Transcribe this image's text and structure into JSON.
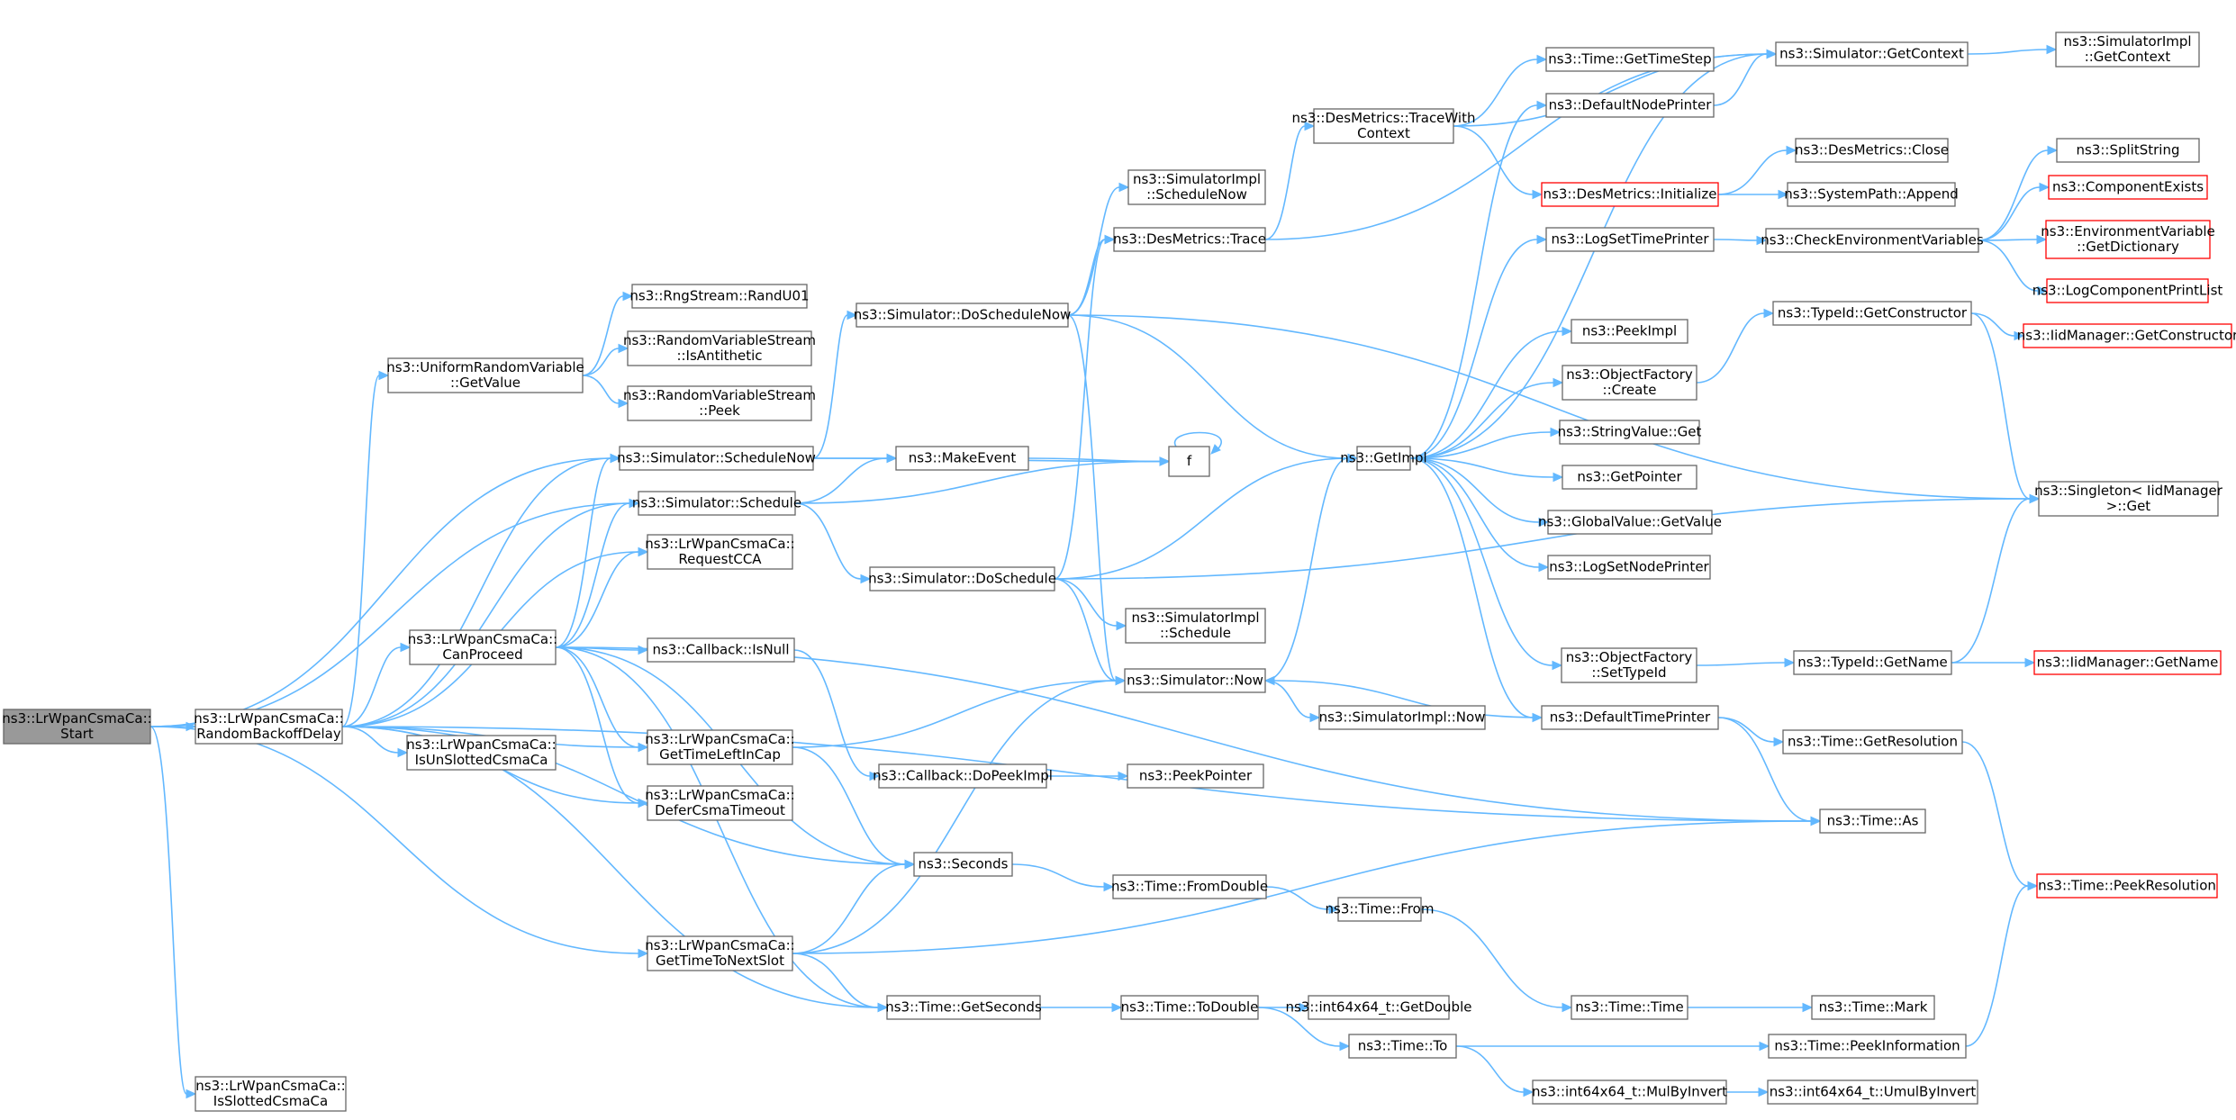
{
  "diagram": {
    "nodes": [
      {
        "id": "start",
        "lines": [
          "ns3::LrWpanCsmaCa::",
          "Start"
        ],
        "style": "root"
      },
      {
        "id": "rbd",
        "lines": [
          "ns3::LrWpanCsmaCa::",
          "RandomBackoffDelay"
        ]
      },
      {
        "id": "isslotted",
        "lines": [
          "ns3::LrWpanCsmaCa::",
          "IsSlottedCsmaCa"
        ]
      },
      {
        "id": "urv",
        "lines": [
          "ns3::UniformRandomVariable",
          "::GetValue"
        ]
      },
      {
        "id": "rand01",
        "lines": [
          "ns3::RngStream::RandU01"
        ]
      },
      {
        "id": "antithetic",
        "lines": [
          "ns3::RandomVariableStream",
          "::IsAntithetic"
        ]
      },
      {
        "id": "peek",
        "lines": [
          "ns3::RandomVariableStream",
          "::Peek"
        ]
      },
      {
        "id": "schednow",
        "lines": [
          "ns3::Simulator::ScheduleNow"
        ]
      },
      {
        "id": "sched",
        "lines": [
          "ns3::Simulator::Schedule"
        ]
      },
      {
        "id": "reqcca",
        "lines": [
          "ns3::LrWpanCsmaCa::",
          "RequestCCA"
        ]
      },
      {
        "id": "canproceed",
        "lines": [
          "ns3::LrWpanCsmaCa::",
          "CanProceed"
        ]
      },
      {
        "id": "isunslotted",
        "lines": [
          "ns3::LrWpanCsmaCa::",
          "IsUnSlottedCsmaCa"
        ]
      },
      {
        "id": "isnull",
        "lines": [
          "ns3::Callback::IsNull"
        ]
      },
      {
        "id": "gettimeleft",
        "lines": [
          "ns3::LrWpanCsmaCa::",
          "GetTimeLeftInCap"
        ]
      },
      {
        "id": "defer",
        "lines": [
          "ns3::LrWpanCsmaCa::",
          "DeferCsmaTimeout"
        ]
      },
      {
        "id": "gettonext",
        "lines": [
          "ns3::LrWpanCsmaCa::",
          "GetTimeToNextSlot"
        ]
      },
      {
        "id": "doschednow",
        "lines": [
          "ns3::Simulator::DoScheduleNow"
        ]
      },
      {
        "id": "makeevent",
        "lines": [
          "ns3::MakeEvent"
        ]
      },
      {
        "id": "doschedule",
        "lines": [
          "ns3::Simulator::DoSchedule"
        ]
      },
      {
        "id": "dopeek",
        "lines": [
          "ns3::Callback::DoPeekImpl"
        ]
      },
      {
        "id": "seconds",
        "lines": [
          "ns3::Seconds"
        ]
      },
      {
        "id": "getseconds",
        "lines": [
          "ns3::Time::GetSeconds"
        ]
      },
      {
        "id": "simimplschednow",
        "lines": [
          "ns3::SimulatorImpl",
          "::ScheduleNow"
        ]
      },
      {
        "id": "desmetricstrace",
        "lines": [
          "ns3::DesMetrics::Trace"
        ]
      },
      {
        "id": "f",
        "lines": [
          "f"
        ]
      },
      {
        "id": "simimplschedule",
        "lines": [
          "ns3::SimulatorImpl",
          "::Schedule"
        ]
      },
      {
        "id": "simnow",
        "lines": [
          "ns3::Simulator::Now"
        ]
      },
      {
        "id": "peekpointer",
        "lines": [
          "ns3::PeekPointer"
        ]
      },
      {
        "id": "fromdouble",
        "lines": [
          "ns3::Time::FromDouble"
        ]
      },
      {
        "id": "todouble",
        "lines": [
          "ns3::Time::ToDouble"
        ]
      },
      {
        "id": "tracewith",
        "lines": [
          "ns3::DesMetrics::TraceWith",
          "Context"
        ]
      },
      {
        "id": "getimpl",
        "lines": [
          "ns3::GetImpl"
        ]
      },
      {
        "id": "simimplnow",
        "lines": [
          "ns3::SimulatorImpl::Now"
        ]
      },
      {
        "id": "timefrom",
        "lines": [
          "ns3::Time::From"
        ]
      },
      {
        "id": "getdouble",
        "lines": [
          "ns3::int64x64_t::GetDouble"
        ]
      },
      {
        "id": "timeto",
        "lines": [
          "ns3::Time::To"
        ]
      },
      {
        "id": "gettimestep",
        "lines": [
          "ns3::Time::GetTimeStep"
        ]
      },
      {
        "id": "defnodeprinter",
        "lines": [
          "ns3::DefaultNodePrinter"
        ]
      },
      {
        "id": "desinit",
        "lines": [
          "ns3::DesMetrics::Initialize"
        ],
        "style": "red"
      },
      {
        "id": "logsettime",
        "lines": [
          "ns3::LogSetTimePrinter"
        ]
      },
      {
        "id": "peekimpl",
        "lines": [
          "ns3::PeekImpl"
        ]
      },
      {
        "id": "objfactcreate",
        "lines": [
          "ns3::ObjectFactory",
          "::Create"
        ]
      },
      {
        "id": "strvalget",
        "lines": [
          "ns3::StringValue::Get"
        ]
      },
      {
        "id": "getpointer",
        "lines": [
          "ns3::GetPointer"
        ]
      },
      {
        "id": "globalget",
        "lines": [
          "ns3::GlobalValue::GetValue"
        ]
      },
      {
        "id": "logsetnode",
        "lines": [
          "ns3::LogSetNodePrinter"
        ]
      },
      {
        "id": "objfactset",
        "lines": [
          "ns3::ObjectFactory",
          "::SetTypeId"
        ]
      },
      {
        "id": "deftimeprinter",
        "lines": [
          "ns3::DefaultTimePrinter"
        ]
      },
      {
        "id": "timetime",
        "lines": [
          "ns3::Time::Time"
        ]
      },
      {
        "id": "mulbyinvert",
        "lines": [
          "ns3::int64x64_t::MulByInvert"
        ]
      },
      {
        "id": "simgetcontext",
        "lines": [
          "ns3::Simulator::GetContext"
        ]
      },
      {
        "id": "desclose",
        "lines": [
          "ns3::DesMetrics::Close"
        ]
      },
      {
        "id": "syspathappend",
        "lines": [
          "ns3::SystemPath::Append"
        ]
      },
      {
        "id": "checkenv",
        "lines": [
          "ns3::CheckEnvironmentVariables"
        ]
      },
      {
        "id": "typeidgetctor",
        "lines": [
          "ns3::TypeId::GetConstructor"
        ]
      },
      {
        "id": "typeidgetname",
        "lines": [
          "ns3::TypeId::GetName"
        ]
      },
      {
        "id": "getresolution",
        "lines": [
          "ns3::Time::GetResolution"
        ]
      },
      {
        "id": "timeas",
        "lines": [
          "ns3::Time::As"
        ]
      },
      {
        "id": "timemark",
        "lines": [
          "ns3::Time::Mark"
        ]
      },
      {
        "id": "peekinfo",
        "lines": [
          "ns3::Time::PeekInformation"
        ]
      },
      {
        "id": "umulbyinvert",
        "lines": [
          "ns3::int64x64_t::UmulByInvert"
        ]
      },
      {
        "id": "simimplgetcontext",
        "lines": [
          "ns3::SimulatorImpl",
          "::GetContext"
        ]
      },
      {
        "id": "splitstring",
        "lines": [
          "ns3::SplitString"
        ]
      },
      {
        "id": "compexists",
        "lines": [
          "ns3::ComponentExists"
        ],
        "style": "red"
      },
      {
        "id": "envgetdict",
        "lines": [
          "ns3::EnvironmentVariable",
          "::GetDictionary"
        ],
        "style": "red"
      },
      {
        "id": "logcompprint",
        "lines": [
          "ns3::LogComponentPrintList"
        ],
        "style": "red"
      },
      {
        "id": "iidgetctor",
        "lines": [
          "ns3::IidManager::GetConstructor"
        ],
        "style": "red"
      },
      {
        "id": "singleton",
        "lines": [
          "ns3::Singleton< IidManager",
          ">::Get"
        ]
      },
      {
        "id": "iidgetname",
        "lines": [
          "ns3::IidManager::GetName"
        ],
        "style": "red"
      },
      {
        "id": "peekres",
        "lines": [
          "ns3::Time::PeekResolution"
        ],
        "style": "red"
      }
    ]
  }
}
